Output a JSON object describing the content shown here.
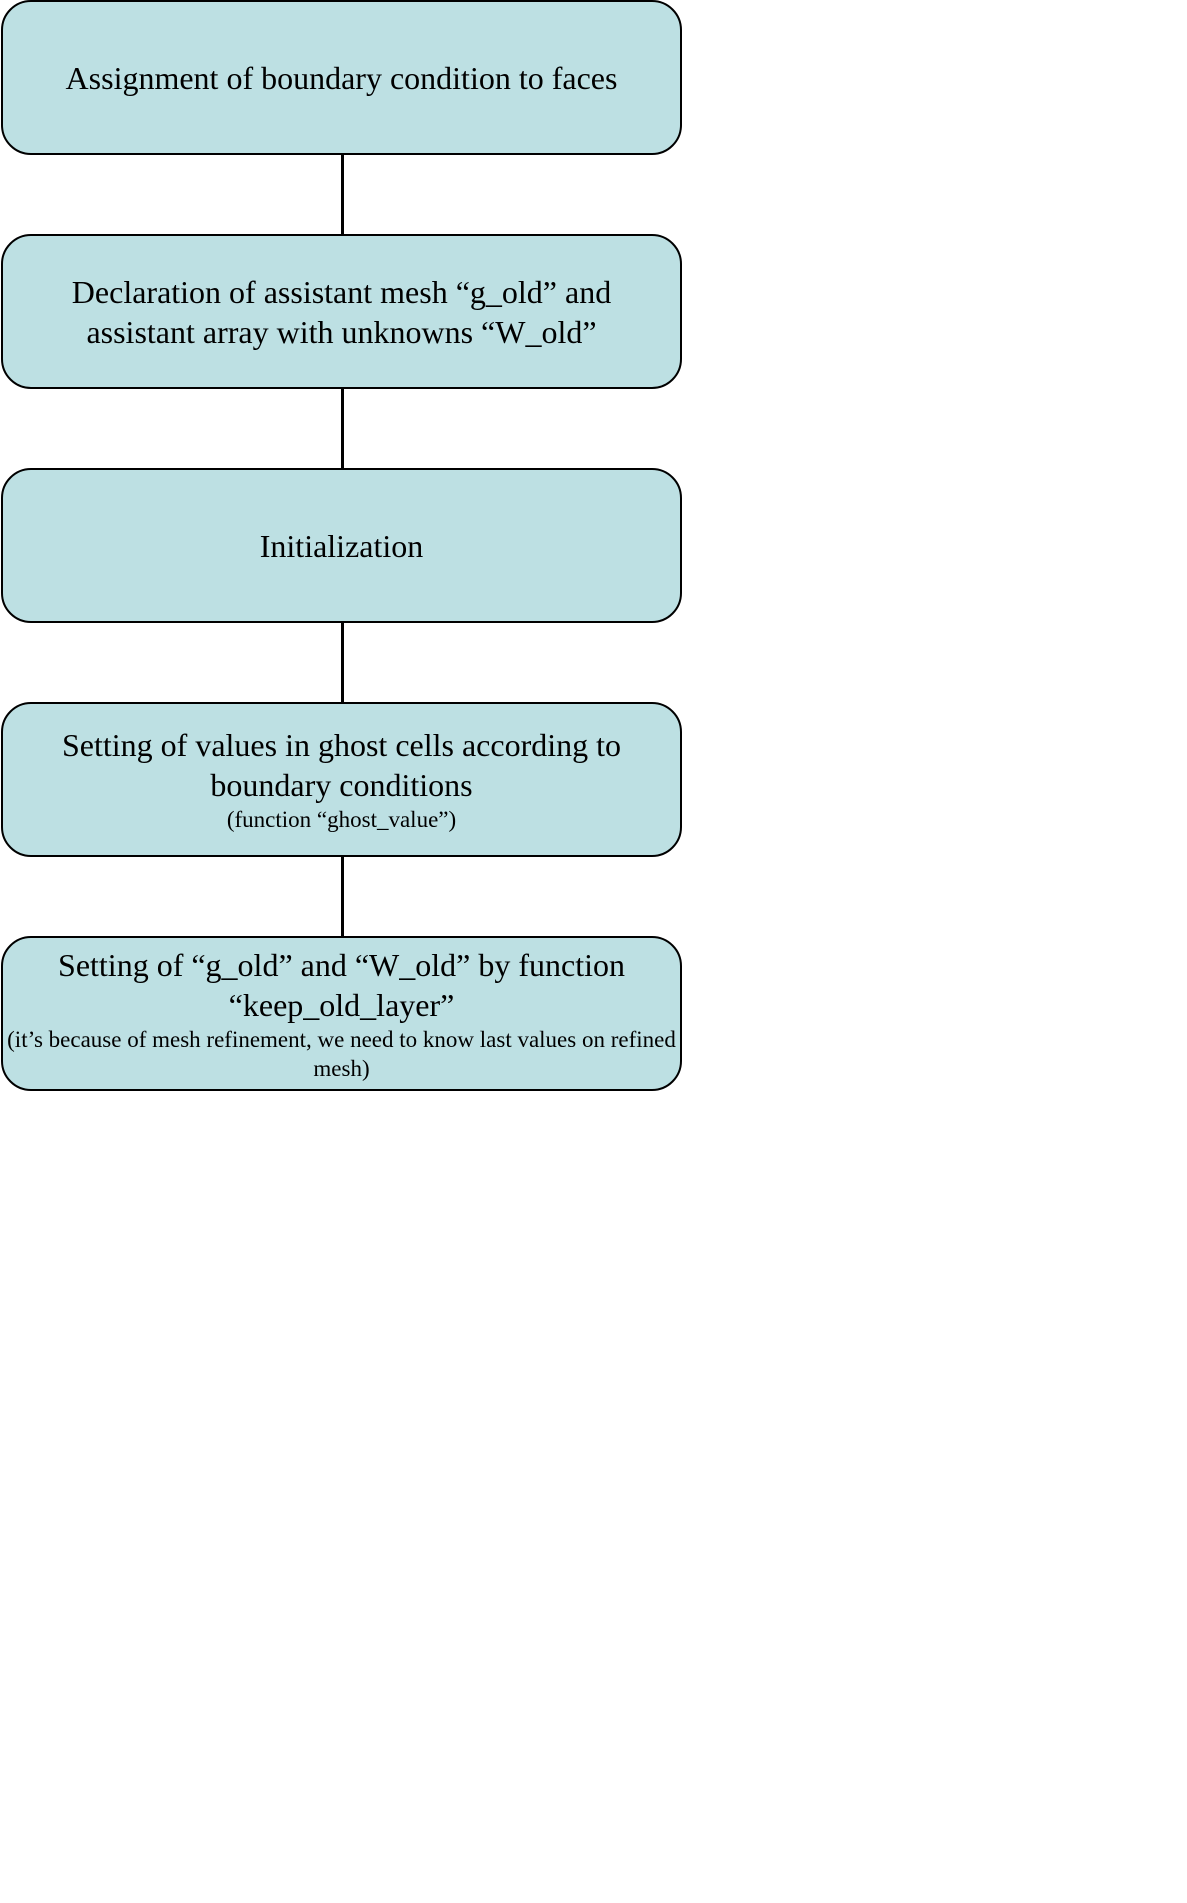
{
  "flowchart": {
    "steps": [
      {
        "title": "Assignment of boundary condition to faces",
        "note": ""
      },
      {
        "title": "Declaration of assistant mesh “g_old” and assistant array with unknowns “W_old”",
        "note": ""
      },
      {
        "title": "Initialization",
        "note": ""
      },
      {
        "title": "Setting of values in ghost cells according to boundary conditions",
        "note": "(function “ghost_value”)"
      },
      {
        "title": "Setting of “g_old” and “W_old” by function “keep_old_layer”",
        "note": "(it’s because of mesh refinement, we need to know last values on refined mesh)"
      }
    ],
    "colors": {
      "box_fill": "#bde0e3",
      "box_border": "#000000",
      "connector": "#000000",
      "text": "#000000",
      "background": "#ffffff"
    }
  }
}
